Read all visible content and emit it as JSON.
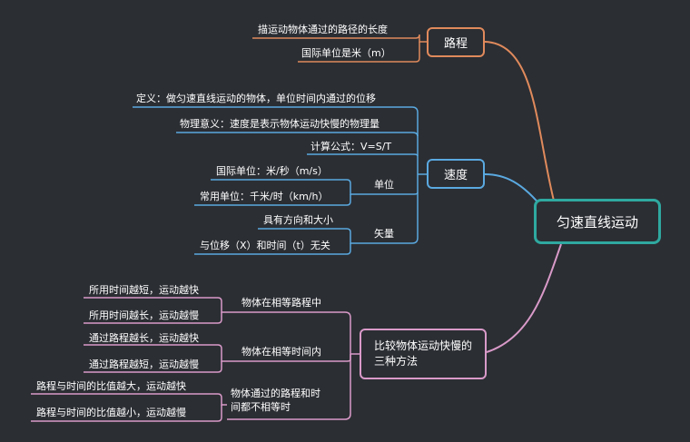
{
  "root": "匀速直线运动",
  "colors": {
    "background": "#2b2e33",
    "root": "#2fa9a0",
    "path": "#e08a5c",
    "speed": "#5aa9e0",
    "compare": "#d99ac9"
  },
  "branches": {
    "path": {
      "label": "路程",
      "items": [
        "描运动物体通过的路径的长度",
        "国际单位是米（m）"
      ]
    },
    "speed": {
      "label": "速度",
      "items": [
        "定义：做匀速直线运动的物体，单位时间内通过的位移",
        "物理意义：速度是表示物体运动快慢的物理量",
        "计算公式：V=S/T"
      ],
      "unit": {
        "label": "单位",
        "items": [
          "国际单位：米/秒（m/s）",
          "常用单位：千米/时（km/h）"
        ]
      },
      "vector": {
        "label": "矢量",
        "items": [
          "具有方向和大小",
          "与位移（X）和时间（t）无关"
        ]
      }
    },
    "compare": {
      "label": "比较物体运动快慢的三种方法",
      "same_distance": {
        "label": "物体在相等路程中",
        "items": [
          "所用时间越短，运动越快",
          "所用时间越长，运动越慢"
        ]
      },
      "same_time": {
        "label": "物体在相等时间内",
        "items": [
          "通过路程越长，运动越快",
          "通过路程越短，运动越慢"
        ]
      },
      "neither": {
        "label": "物体通过的路程和时间都不相等时",
        "items": [
          "路程与时间的比值越大，运动越快",
          "路程与时间的比值越小，运动越慢"
        ]
      }
    }
  }
}
